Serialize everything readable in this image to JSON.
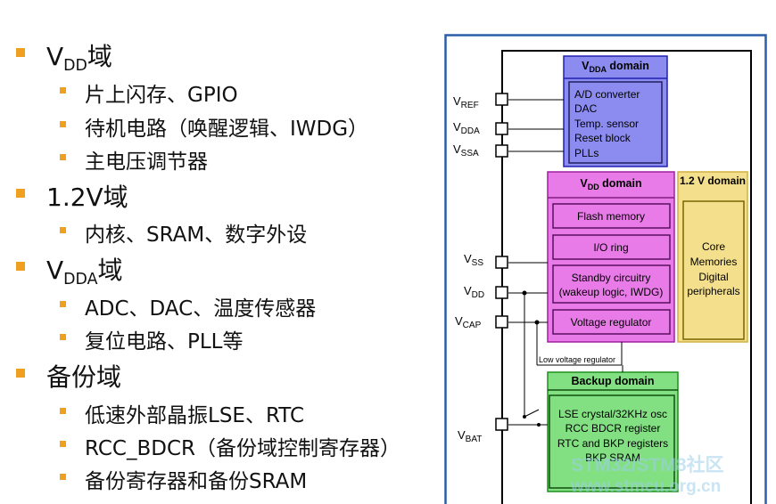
{
  "bullets": {
    "vdd_domain": {
      "main": "V",
      "sub": "DD",
      "suffix": "域"
    },
    "vdd_items": [
      "片上闪存、GPIO",
      "待机电路（唤醒逻辑、IWDG）",
      "主电压调节器"
    ],
    "v12_domain": "1.2V域",
    "v12_items": [
      "内核、SRAM、数字外设"
    ],
    "vdda_domain": {
      "main": "V",
      "sub": "DDA",
      "suffix": "域"
    },
    "vdda_items": [
      "ADC、DAC、温度传感器",
      "复位电路、PLL等"
    ],
    "backup_domain": "备份域",
    "backup_items": [
      "低速外部晶振LSE、RTC",
      "RCC_BDCR（备份域控制寄存器）",
      "备份寄存器和备份SRAM"
    ]
  },
  "diagram": {
    "pins": {
      "vref": {
        "main": "V",
        "sub": "REF"
      },
      "vdda": {
        "main": "V",
        "sub": "DDA"
      },
      "vssa": {
        "main": "V",
        "sub": "SSA"
      },
      "vss": {
        "main": "V",
        "sub": "SS"
      },
      "vdd": {
        "main": "V",
        "sub": "DD"
      },
      "vcap": {
        "main": "V",
        "sub": "CAP"
      },
      "vbat": {
        "main": "V",
        "sub": "BAT"
      }
    },
    "vdda_domain": {
      "title_main": "V",
      "title_sub": "DDA",
      "title_suffix": " domain",
      "items": [
        "A/D converter",
        "DAC",
        "Temp. sensor",
        "Reset block",
        "PLLs"
      ]
    },
    "vdd_domain": {
      "title_main": "V",
      "title_sub": "DD",
      "title_suffix": " domain",
      "flash": "Flash memory",
      "io": "I/O ring",
      "standby_1": "Standby circuitry",
      "standby_2": "(wakeup logic, IWDG)",
      "regulator": "Voltage regulator"
    },
    "v12_domain": {
      "title": "1.2 V domain",
      "items": [
        "Core",
        "Memories",
        "Digital",
        "peripherals"
      ]
    },
    "low_voltage_regulator": "Low voltage regulator",
    "backup_domain": {
      "title": "Backup domain",
      "items": [
        "LSE crystal/32KHz osc",
        "RCC BDCR register",
        "RTC and BKP registers",
        "BKP SRAM"
      ]
    },
    "watermark": {
      "line1": "STM32/STM8社区",
      "line2": "www.stmcu.org.cn"
    }
  },
  "colors": {
    "bullet_marker": "#f0a020",
    "frame_border": "#2a5fa8",
    "vdda_fill": "#8c8cf0",
    "vdd_fill": "#e87be8",
    "v12_fill": "#f4e08c",
    "backup_fill": "#82e082"
  }
}
